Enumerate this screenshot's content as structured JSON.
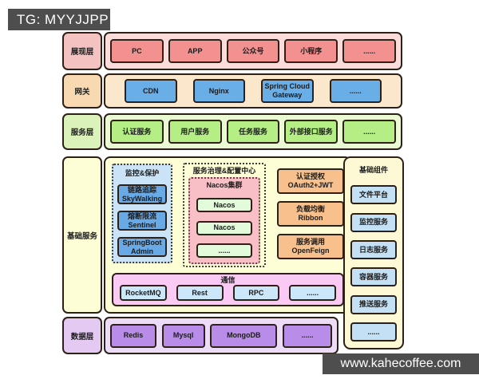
{
  "watermarks": {
    "top_left": "TG: MYYJJPP",
    "bottom_right": "www.kahecoffee.com"
  },
  "layers": {
    "presentation": {
      "label": "展现层",
      "items": [
        "PC",
        "APP",
        "公众号",
        "小程序",
        "......"
      ]
    },
    "gateway": {
      "label": "网关",
      "items": [
        "CDN",
        "Nginx",
        "Spring Cloud\nGateway",
        "......"
      ]
    },
    "service": {
      "label": "服务层",
      "items": [
        "认证服务",
        "用户服务",
        "任务服务",
        "外部接口服务",
        "......"
      ]
    },
    "data": {
      "label": "数据层",
      "items": [
        "Redis",
        "Mysql",
        "MongoDB",
        "......"
      ]
    }
  },
  "base_services": {
    "label": "基础服务",
    "monitoring": {
      "title": "监控&保护",
      "items": [
        "链路追踪\nSkyWalking",
        "熔断限流\nSentinel",
        "SpringBoot\nAdmin"
      ]
    },
    "governance": {
      "title": "服务治理&配置中心",
      "cluster": {
        "title": "Nacos集群",
        "items": [
          "Nacos",
          "Nacos",
          "......"
        ]
      }
    },
    "aux": [
      "认证授权\nOAuth2+JWT",
      "负载均衡\nRibbon",
      "服务调用\nOpenFeign"
    ],
    "communication": {
      "title": "通信",
      "items": [
        "RocketMQ",
        "Rest",
        "RPC",
        "......"
      ]
    }
  },
  "base_components": {
    "title": "基础组件",
    "items": [
      "文件平台",
      "监控服务",
      "日志服务",
      "容器服务",
      "推送服务",
      "......"
    ]
  },
  "colors": {
    "border": "#2d2019",
    "banner_bg": "#4e4e4e",
    "presentation_node": "#f2918f",
    "gateway_node": "#6aaee8",
    "service_node": "#b5ee85",
    "data_node": "#ba8ce9",
    "monitoring_node": "#69a9e6",
    "nacos_node": "#e2fbda",
    "aux_node": "#f8c08c",
    "communication_node": "#cde7fa",
    "component_node": "#c3e0f5"
  }
}
